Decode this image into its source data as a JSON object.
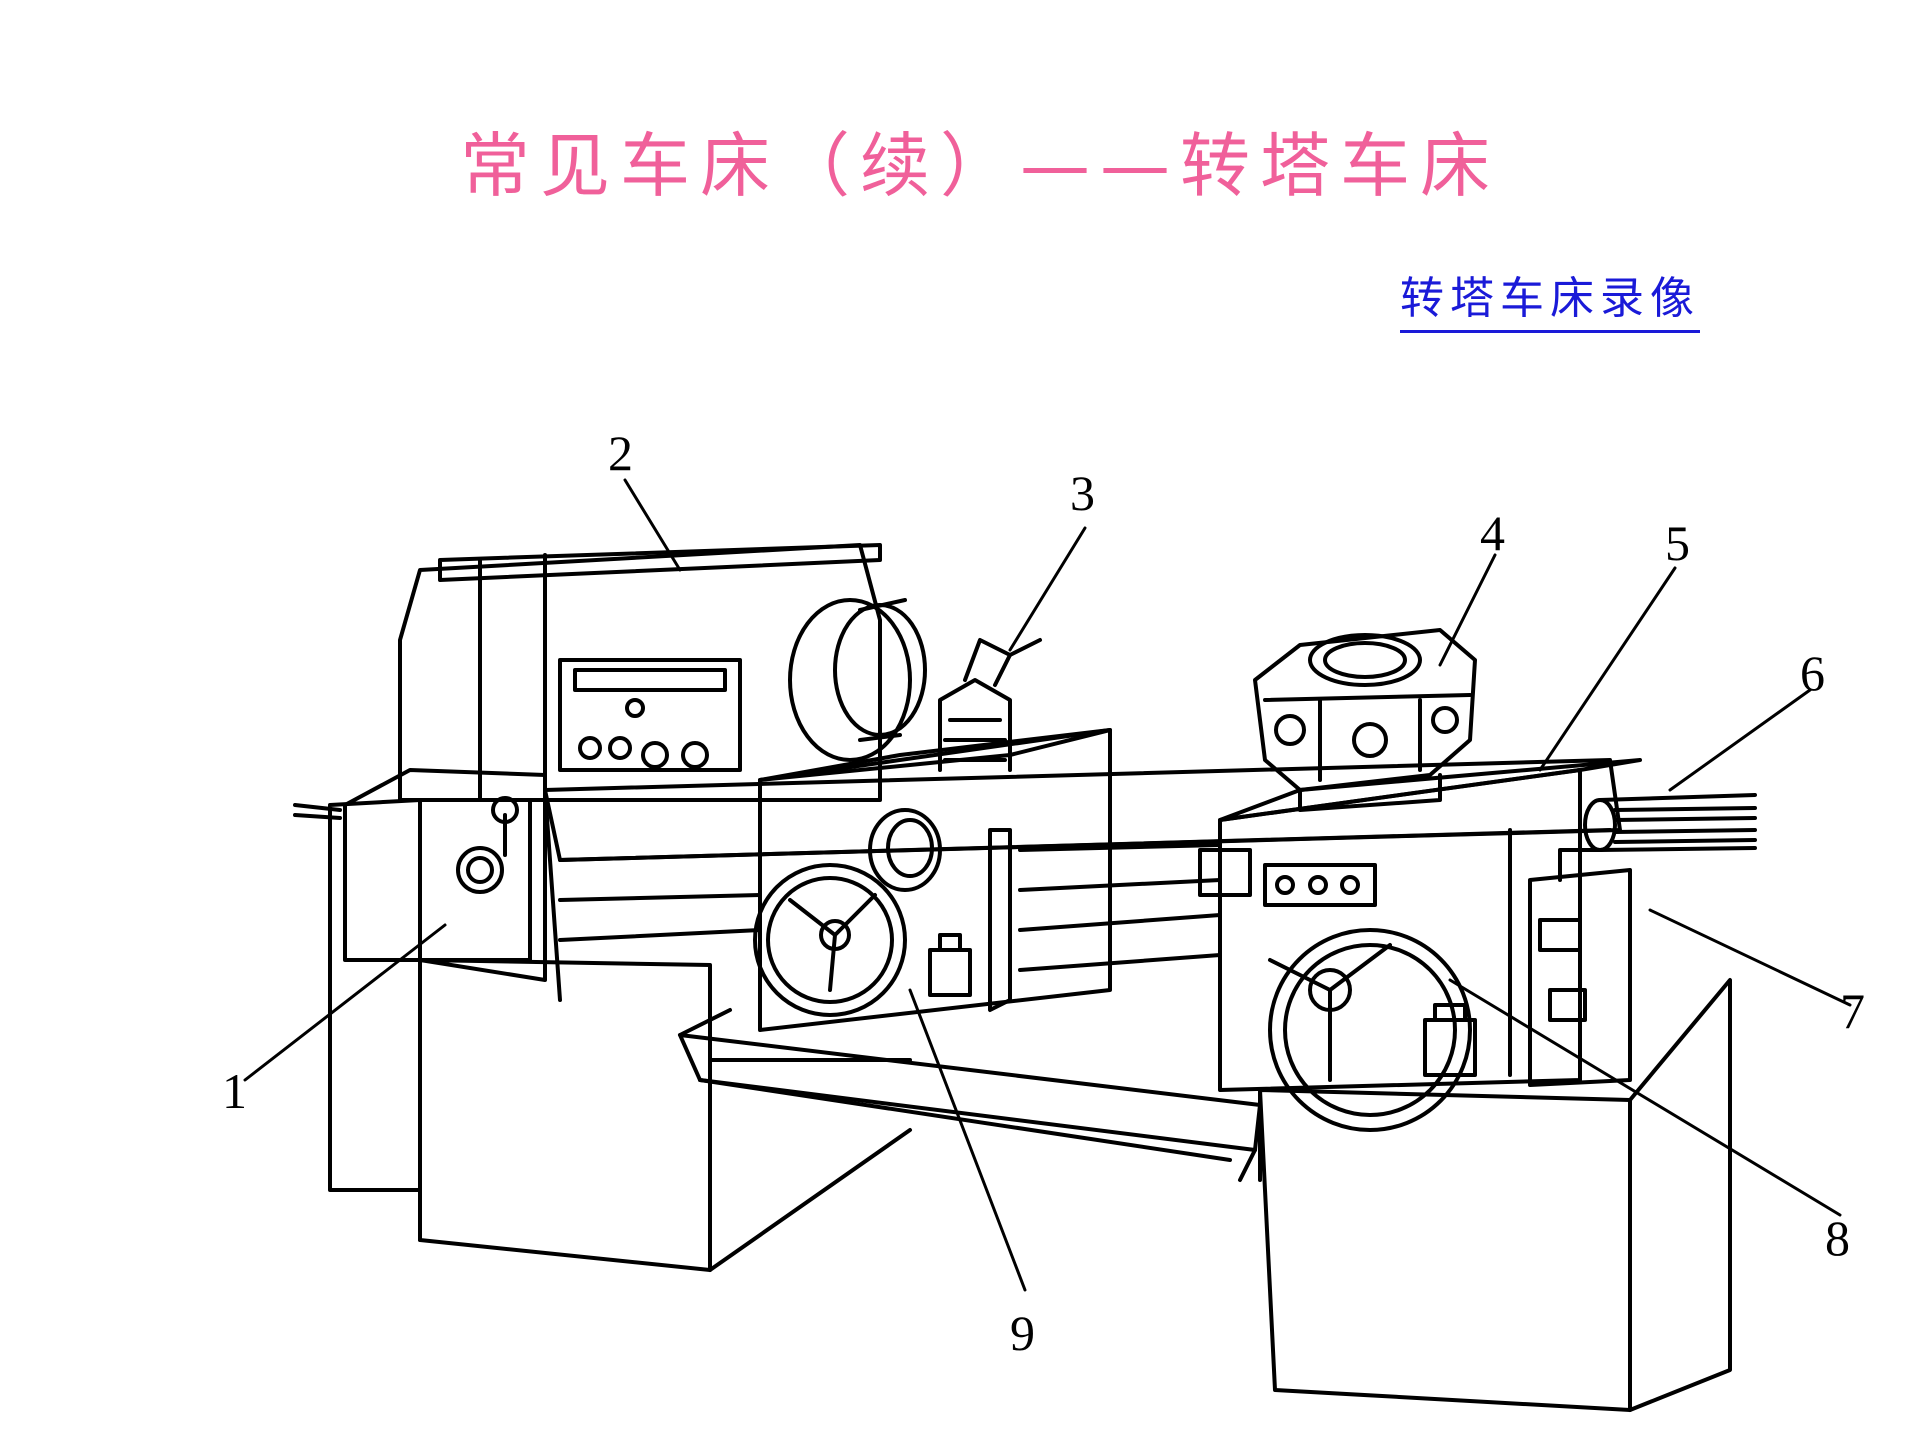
{
  "title": "常见车床（续）——转塔车床",
  "video_link": "转塔车床录像",
  "part_labels": [
    "1",
    "2",
    "3",
    "4",
    "5",
    "6",
    "7",
    "8",
    "9"
  ]
}
